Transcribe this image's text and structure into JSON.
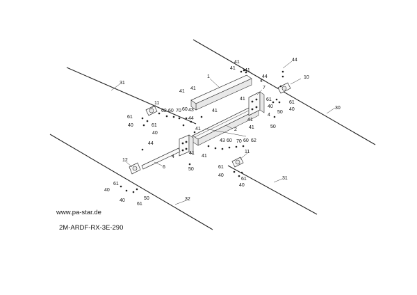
{
  "website": "www.pa-star.de",
  "drawing_number": "2M-ARDF-RX-3E-290",
  "part_labels": [
    {
      "id": "l31a",
      "text": "31"
    },
    {
      "id": "l30",
      "text": "30"
    },
    {
      "id": "l31b",
      "text": "31"
    },
    {
      "id": "l32",
      "text": "32"
    },
    {
      "id": "l1",
      "text": "1"
    },
    {
      "id": "l2",
      "text": "2"
    },
    {
      "id": "l6",
      "text": "6"
    },
    {
      "id": "l7",
      "text": "7"
    },
    {
      "id": "l10",
      "text": "10"
    },
    {
      "id": "l11a",
      "text": "11"
    },
    {
      "id": "l11b",
      "text": "11"
    },
    {
      "id": "l12",
      "text": "12"
    },
    {
      "id": "l44a",
      "text": "44"
    },
    {
      "id": "l44b",
      "text": "44"
    },
    {
      "id": "l44c",
      "text": "44"
    },
    {
      "id": "l44d",
      "text": "44"
    },
    {
      "id": "l41a",
      "text": "41"
    },
    {
      "id": "l41b",
      "text": "41"
    },
    {
      "id": "l41c",
      "text": "41"
    },
    {
      "id": "l41d",
      "text": "41"
    },
    {
      "id": "l41e",
      "text": "41"
    },
    {
      "id": "l41f",
      "text": "41"
    },
    {
      "id": "l41g",
      "text": "41"
    },
    {
      "id": "l41h",
      "text": "41"
    },
    {
      "id": "l41i",
      "text": "41"
    },
    {
      "id": "l41j",
      "text": "41"
    },
    {
      "id": "l41k",
      "text": "41"
    },
    {
      "id": "l41l",
      "text": "41"
    },
    {
      "id": "l62a",
      "text": "62"
    },
    {
      "id": "l60a",
      "text": "60"
    },
    {
      "id": "l70a",
      "text": "70"
    },
    {
      "id": "l60b",
      "text": "60"
    },
    {
      "id": "l43a",
      "text": "43"
    },
    {
      "id": "l43b",
      "text": "43"
    },
    {
      "id": "l60c",
      "text": "60"
    },
    {
      "id": "l70b",
      "text": "70"
    },
    {
      "id": "l60d",
      "text": "60"
    },
    {
      "id": "l62b",
      "text": "62"
    },
    {
      "id": "l61a",
      "text": "61"
    },
    {
      "id": "l61b",
      "text": "61"
    },
    {
      "id": "l61c",
      "text": "61"
    },
    {
      "id": "l61d",
      "text": "61"
    },
    {
      "id": "l61e",
      "text": "61"
    },
    {
      "id": "l61f",
      "text": "61"
    },
    {
      "id": "l61g",
      "text": "61"
    },
    {
      "id": "l61h",
      "text": "61"
    },
    {
      "id": "l40a",
      "text": "40"
    },
    {
      "id": "l40b",
      "text": "40"
    },
    {
      "id": "l40c",
      "text": "40"
    },
    {
      "id": "l40d",
      "text": "40"
    },
    {
      "id": "l40e",
      "text": "40"
    },
    {
      "id": "l40f",
      "text": "40"
    },
    {
      "id": "l40g",
      "text": "40"
    },
    {
      "id": "l50a",
      "text": "50"
    },
    {
      "id": "l50b",
      "text": "50"
    },
    {
      "id": "l50c",
      "text": "50"
    },
    {
      "id": "l50d",
      "text": "50"
    },
    {
      "id": "l4a",
      "text": "4"
    },
    {
      "id": "l4b",
      "text": "4"
    },
    {
      "id": "l4c",
      "text": "4"
    }
  ]
}
